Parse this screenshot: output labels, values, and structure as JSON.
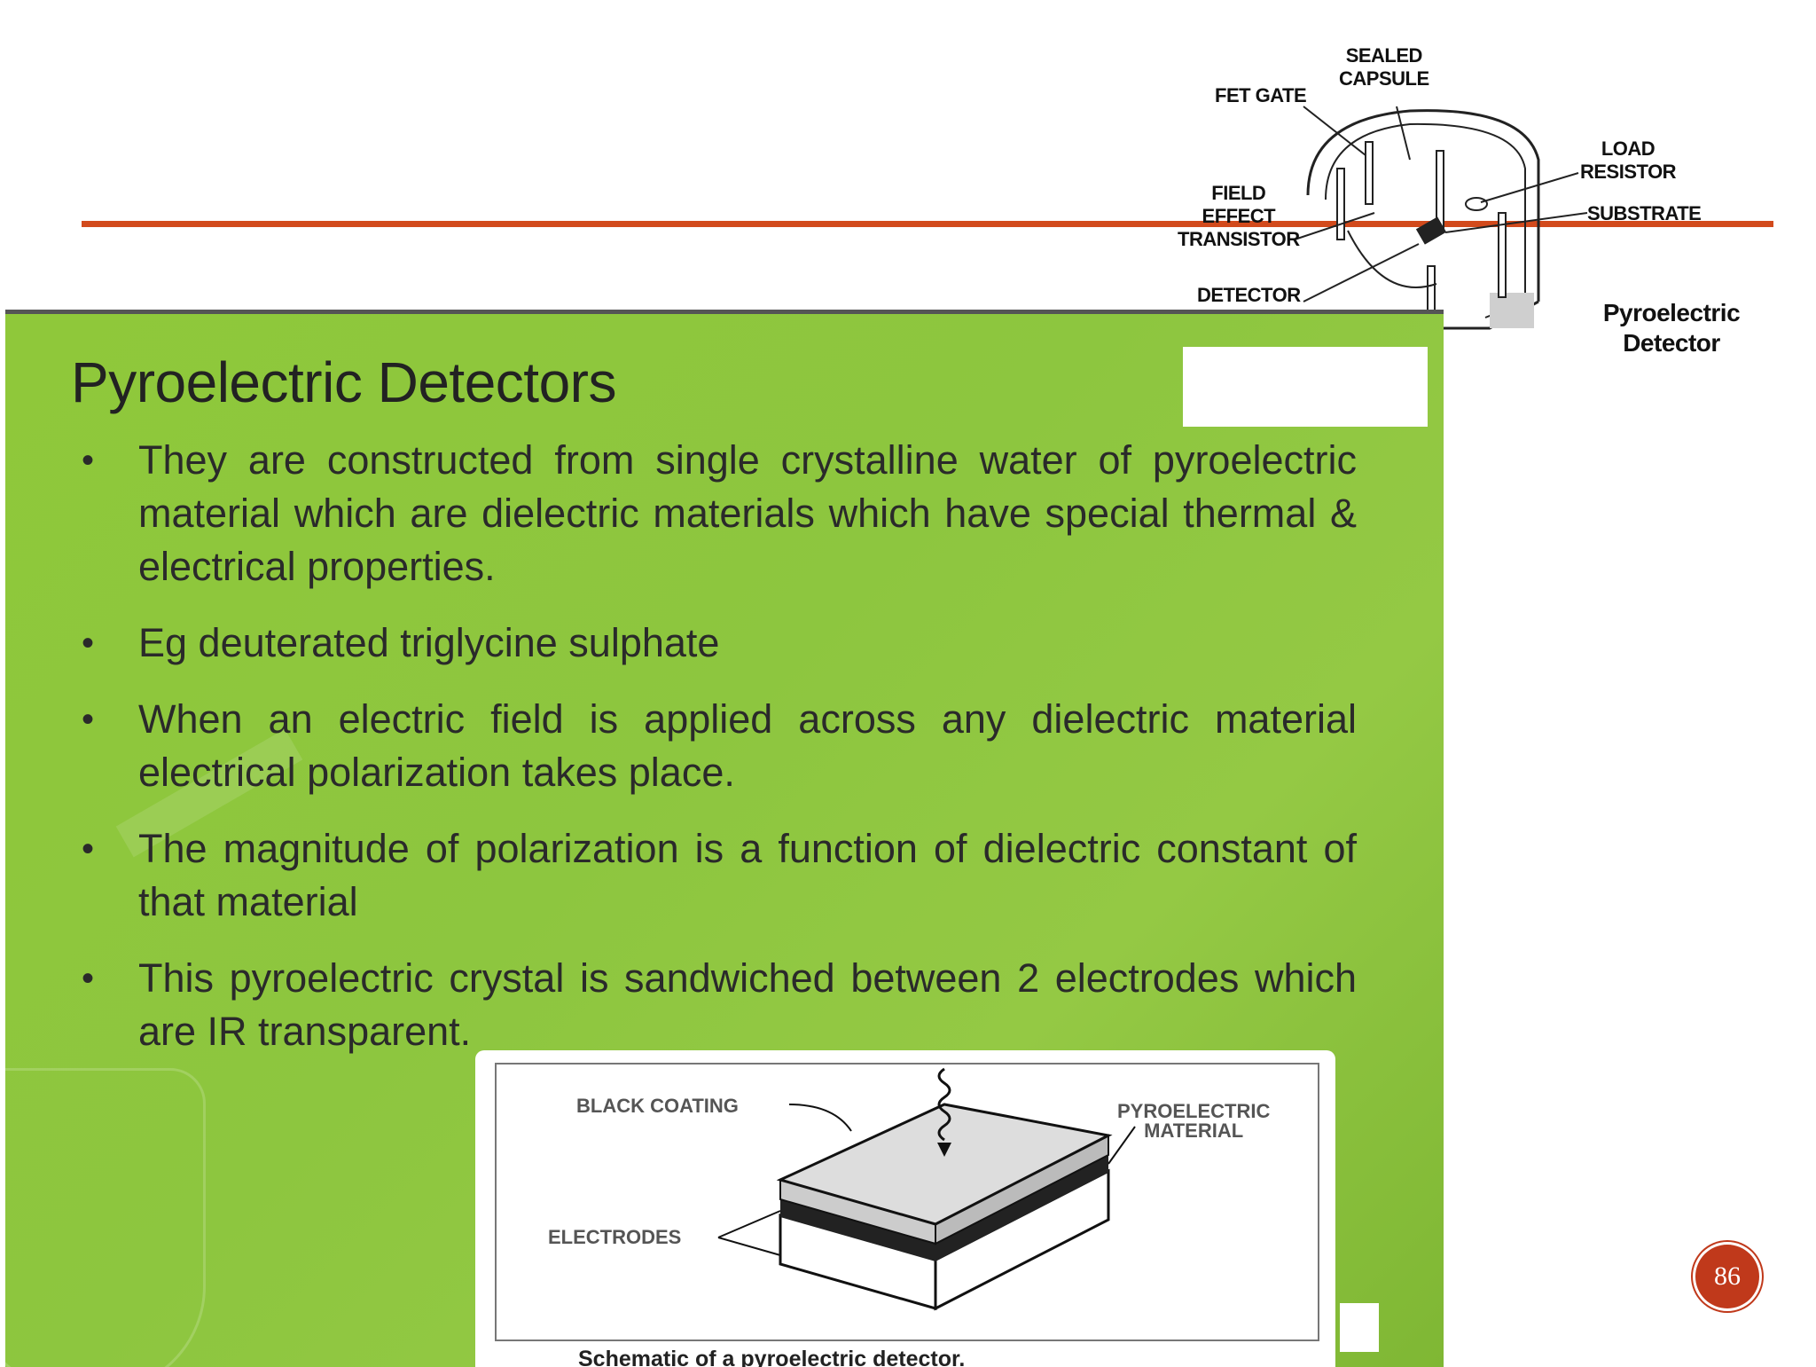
{
  "diagram": {
    "labels": {
      "sealed_capsule": "SEALED\nCAPSULE",
      "fet_gate": "FET GATE",
      "load_resistor": "LOAD\nRESISTOR",
      "field_effect_transistor": "FIELD\nEFFECT\nTRANSISTOR",
      "substrate": "SUBSTRATE",
      "detector": "DETECTOR"
    },
    "caption": "Pyroelectric\nDetector"
  },
  "slide": {
    "title": "Pyroelectric Detectors",
    "bullets": [
      "They are constructed from single crystalline water of pyroelectric material which are dielectric materials which have special thermal & electrical properties.",
      "Eg deuterated triglycine sulphate",
      "When an electric field is applied across any dielectric material electrical polarization takes place.",
      "The magnitude of polarization is a function of dielectric constant of that material",
      "This pyroelectric crystal is sandwiched between 2 electrodes which are IR transparent."
    ],
    "bullet_symbol": "•",
    "figure": {
      "labels": {
        "black_coating": "BLACK COATING",
        "pyroelectric_material": "PYROELECTRIC\nMATERIAL",
        "electrodes": "ELECTRODES"
      },
      "caption": "Schematic of a pyroelectric detector."
    }
  },
  "page_number": "86",
  "colors": {
    "accent_rule": "#d24a1c",
    "slide_green": "#8dc63f",
    "page_badge": "#c0391b"
  }
}
